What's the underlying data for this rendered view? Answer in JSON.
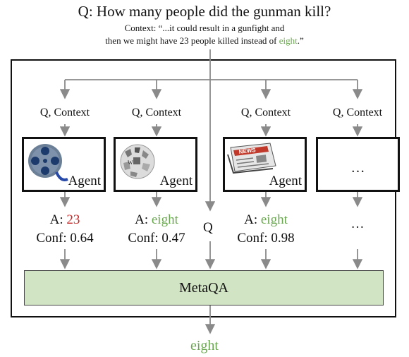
{
  "header": {
    "question": "Q: How many people did the gunman kill?",
    "context_prefix": "Context: “...it could result in a gunfight and",
    "context_line2_before": "then we might have 23 people killed instead of ",
    "context_line2_highlight": "eight",
    "context_line2_after": ".”"
  },
  "inputs": {
    "label": "Q, Context"
  },
  "agents": [
    {
      "name": "Agent",
      "icon": "film-reel-icon",
      "answer_prefix": "A: ",
      "answer": "23",
      "answer_color": "#c62828",
      "conf": "Conf: 0.64"
    },
    {
      "name": "Agent",
      "icon": "wikipedia-globe-icon",
      "answer_prefix": "A: ",
      "answer": "eight",
      "answer_color": "#6aa84f",
      "conf": "Conf: 0.47"
    },
    {
      "name": "Agent",
      "icon": "newspaper-icon",
      "answer_prefix": "A: ",
      "answer": "eight",
      "answer_color": "#6aa84f",
      "conf": "Conf: 0.98"
    },
    {
      "name": "…",
      "icon": "",
      "answer_prefix": "",
      "answer": "",
      "answer_color": "",
      "conf": "…"
    }
  ],
  "q_label": "Q",
  "metaqa": "MetaQA",
  "final_answer": "eight",
  "colors": {
    "correct": "#6aa84f",
    "wrong": "#c62828",
    "metaqa_fill": "#d1e4c3"
  }
}
